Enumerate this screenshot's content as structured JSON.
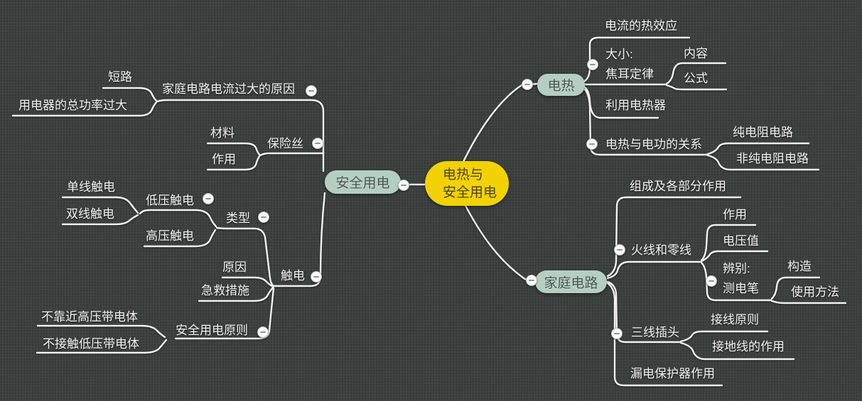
{
  "canvas": {
    "background_color": "#3e4241",
    "line_color": "#f2f2f2",
    "topic_fill": "#b5cec3",
    "center_fill": "#f2d203"
  },
  "icons": {
    "collapse": "minus-circle"
  },
  "center_node": {
    "line1": "电热与",
    "line2": "安全用电"
  },
  "anquan": {
    "label": "安全用电",
    "guoda": {
      "label": "家庭电路电流过大的原因",
      "duanlu": "短路",
      "zonggonglv": "用电器的总功率过大"
    },
    "baoxiansi": {
      "label": "保险丝",
      "cailiao": "材料",
      "zuoyong": "作用"
    },
    "chudian": {
      "label": "触电",
      "leixing": {
        "label": "类型",
        "diya": {
          "label": "低压触电",
          "danxian": "单线触电",
          "shuangxian": "双线触电"
        },
        "gaoya": "高压触电"
      },
      "yuanyin": "原因",
      "jijiu": "急救措施"
    },
    "yuanze": {
      "label": "安全用电原则",
      "bukaojin": "不靠近高压带电体",
      "bujiechu": "不接触低压带电体"
    }
  },
  "dianre": {
    "label": "电热",
    "rexiaoying": "电流的热效应",
    "jiaoer": {
      "line1": "大小:",
      "line2": "焦耳定律",
      "neirong": "内容",
      "gongshi": "公式"
    },
    "liyong": "利用电热器",
    "guanxi": {
      "label": "电热与电功的关系",
      "chun": "纯电阻电路",
      "feichun": "非纯电阻电路"
    }
  },
  "jiating": {
    "label": "家庭电路",
    "zucheng": "组成及各部分作用",
    "huoxian": {
      "label": "火线和零线",
      "zuoyong": "作用",
      "dianyazhi": "电压值",
      "bianbie": {
        "line1": "辨别:",
        "line2": "测电笔",
        "gouzao": "构造",
        "shiyongfangfa": "使用方法"
      }
    },
    "sanxian": {
      "label": "三线插头",
      "jiexian": "接线原则",
      "jiedixian": "接地线的作用"
    },
    "loudian": "漏电保护器作用"
  }
}
